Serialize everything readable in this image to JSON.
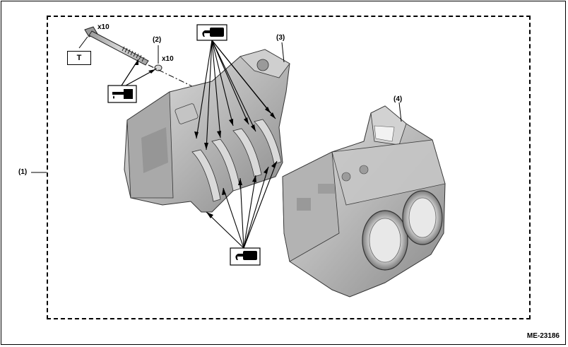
{
  "callouts": {
    "assembly": "(1)",
    "washer": "(2)",
    "left_case": "(3)",
    "right_case": "(4)"
  },
  "quantities": {
    "bolt_qty": "x10",
    "washer_qty": "x10"
  },
  "torque_box": "T",
  "figure_code": "ME-23186",
  "icons": [
    "oil-can-icon",
    "liquid-gasket-icon",
    "liquid-gasket-icon"
  ]
}
